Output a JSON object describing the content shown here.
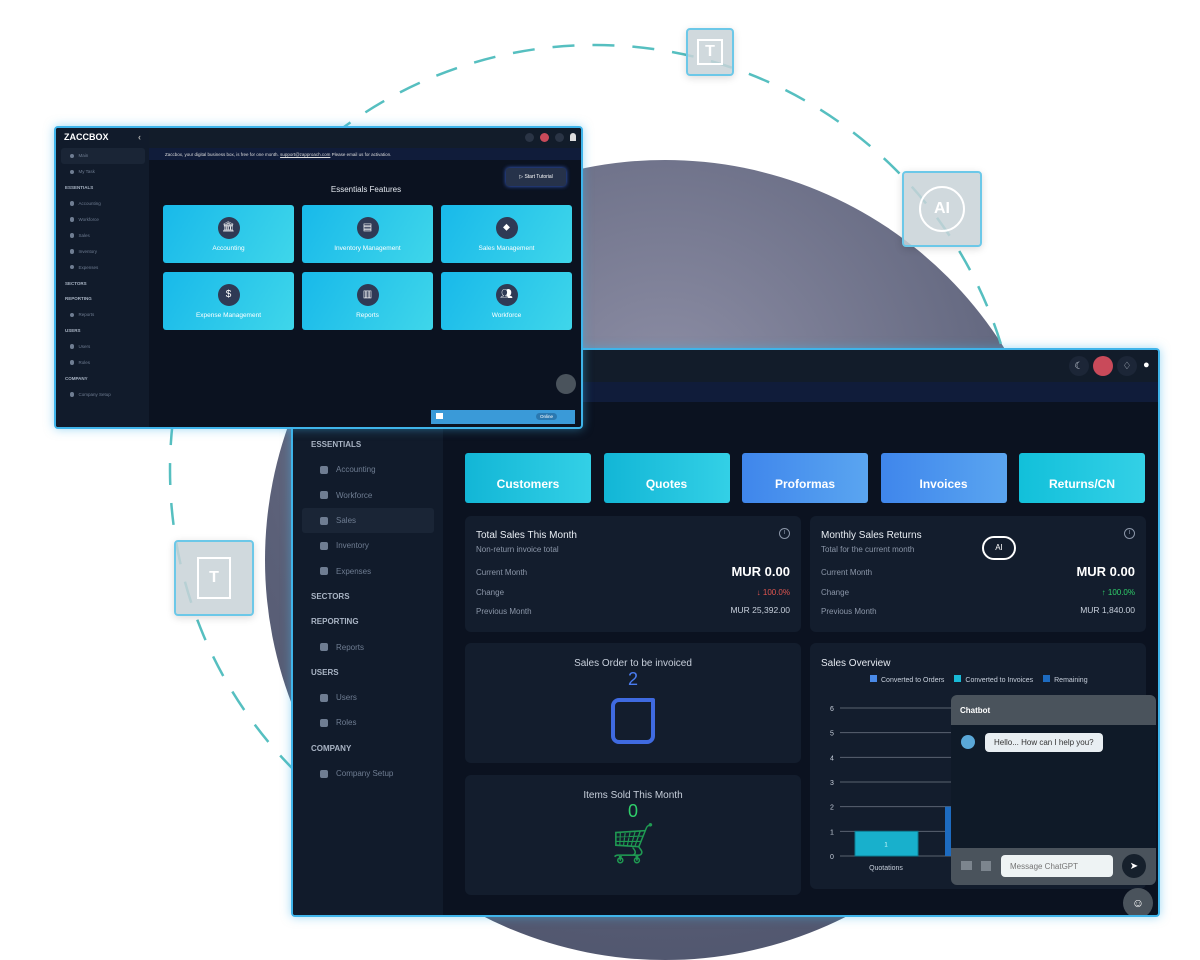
{
  "floats": {
    "text_icon": "T",
    "ai_icon": "AI",
    "doc_icon": "T"
  },
  "back": {
    "logo": "ZACCBOX",
    "collapse": "‹",
    "banner": "Zaccbox, your digital business box, is free for one month. ",
    "banner_link": "support@zapproach.com",
    "banner_tail": " Please email us for activation.",
    "sidebar": [
      {
        "t": "item",
        "l": "Main",
        "a": true
      },
      {
        "t": "item",
        "l": "My Task"
      },
      {
        "t": "sec",
        "l": "ESSENTIALS"
      },
      {
        "t": "item",
        "l": "Accounting"
      },
      {
        "t": "item",
        "l": "Workforce"
      },
      {
        "t": "item",
        "l": "Sales"
      },
      {
        "t": "item",
        "l": "Inventory"
      },
      {
        "t": "item",
        "l": "Expenses"
      },
      {
        "t": "sec",
        "l": "SECTORS"
      },
      {
        "t": "sec",
        "l": "REPORTING"
      },
      {
        "t": "item",
        "l": "Reports"
      },
      {
        "t": "sec",
        "l": "USERS"
      },
      {
        "t": "item",
        "l": "Users"
      },
      {
        "t": "item",
        "l": "Roles"
      },
      {
        "t": "sec",
        "l": "COMPANY"
      },
      {
        "t": "item",
        "l": "Company Setup"
      }
    ],
    "start_tutorial": "Start Tutorial",
    "section_title": "Essentials Features",
    "tiles": [
      "Accounting",
      "Inventory Management",
      "Sales Management",
      "Expense Management",
      "Reports",
      "Workforce"
    ],
    "online": "Online"
  },
  "front": {
    "sidebar": [
      {
        "t": "sec",
        "l": "ESSENTIALS"
      },
      {
        "t": "item",
        "l": "Accounting"
      },
      {
        "t": "item",
        "l": "Workforce"
      },
      {
        "t": "item",
        "l": "Sales",
        "a": true
      },
      {
        "t": "item",
        "l": "Inventory"
      },
      {
        "t": "item",
        "l": "Expenses"
      },
      {
        "t": "sec",
        "l": "SECTORS"
      },
      {
        "t": "sec",
        "l": "REPORTING"
      },
      {
        "t": "item",
        "l": "Reports"
      },
      {
        "t": "sec",
        "l": "USERS"
      },
      {
        "t": "item",
        "l": "Users"
      },
      {
        "t": "item",
        "l": "Roles"
      },
      {
        "t": "sec",
        "l": "COMPANY"
      },
      {
        "t": "item",
        "l": "Company Setup"
      }
    ],
    "quick": [
      "Customers",
      "Quotes",
      "Proformas",
      "Invoices",
      "Returns/CN"
    ],
    "total_sales": {
      "title": "Total Sales This Month",
      "sub": "Non-return invoice total",
      "cur_l": "Current Month",
      "cur": "MUR 0.00",
      "chg_l": "Change",
      "chg": "↓ 100.0%",
      "prev_l": "Previous Month",
      "prev": "MUR 25,392.00"
    },
    "returns": {
      "title": "Monthly Sales Returns",
      "sub": "Total for the current month",
      "cur_l": "Current Month",
      "cur": "MUR 0.00",
      "chg_l": "Change",
      "chg": "↑ 100.0%",
      "prev_l": "Previous Month",
      "prev": "MUR 1,840.00"
    },
    "so": {
      "title": "Sales Order to be invoiced",
      "value": "2"
    },
    "items": {
      "title": "Items Sold This Month",
      "value": "0"
    },
    "chatbot": {
      "title": "Chatbot",
      "greeting": "Hello... How can I help you?",
      "placeholder": "Message ChatGPT"
    }
  },
  "chart_data": {
    "type": "bar",
    "title": "Sales Overview",
    "categories": [
      "Quotations"
    ],
    "legend": [
      "Converted to Orders",
      "Converted to Invoices",
      "Remaining"
    ],
    "series": [
      {
        "name": "Converted to Invoices",
        "values": [
          1
        ]
      }
    ],
    "yticks": [
      "0",
      "1",
      "2",
      "3",
      "4",
      "5",
      "6"
    ],
    "ylim": [
      0,
      6
    ],
    "data_labels": [
      "1"
    ]
  },
  "colors": {
    "accent": "#3fb4ea",
    "tile": "#18b9ea",
    "red": "#e0554f",
    "green": "#2fcf6a"
  }
}
